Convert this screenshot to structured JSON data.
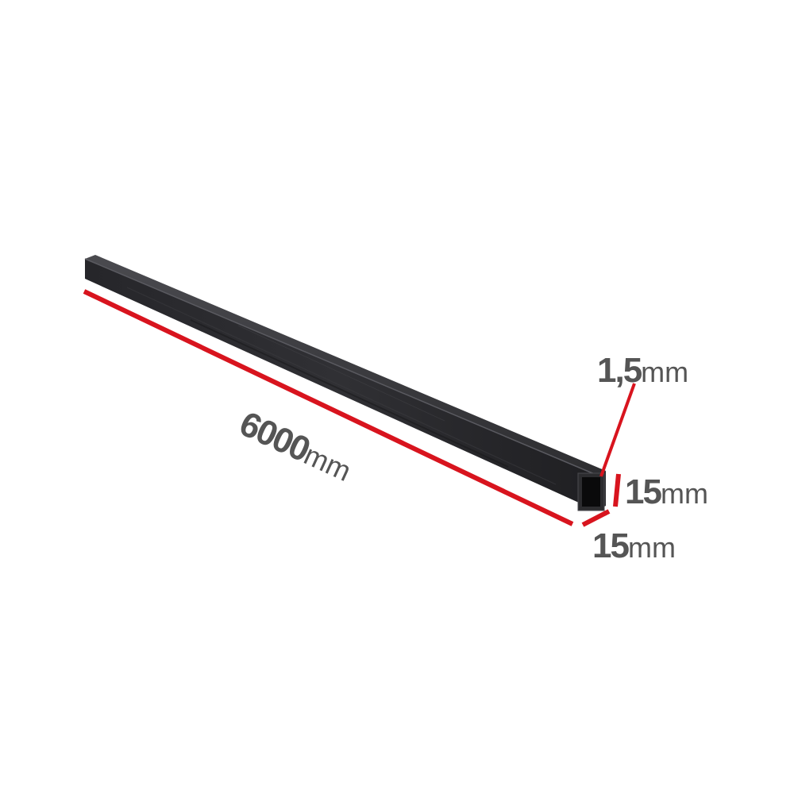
{
  "dimensions": {
    "length": {
      "value": "6000",
      "unit": "mm"
    },
    "wall_thickness": {
      "value": "1,5",
      "unit": "mm"
    },
    "height": {
      "value": "15",
      "unit": "mm"
    },
    "width": {
      "value": "15",
      "unit": "mm"
    }
  },
  "colors": {
    "dimension_line": "#d8141e",
    "text": "#555555",
    "steel_dark": "#1e1e20",
    "steel_mid": "#2c2c2f",
    "steel_light": "#3e3e42"
  }
}
